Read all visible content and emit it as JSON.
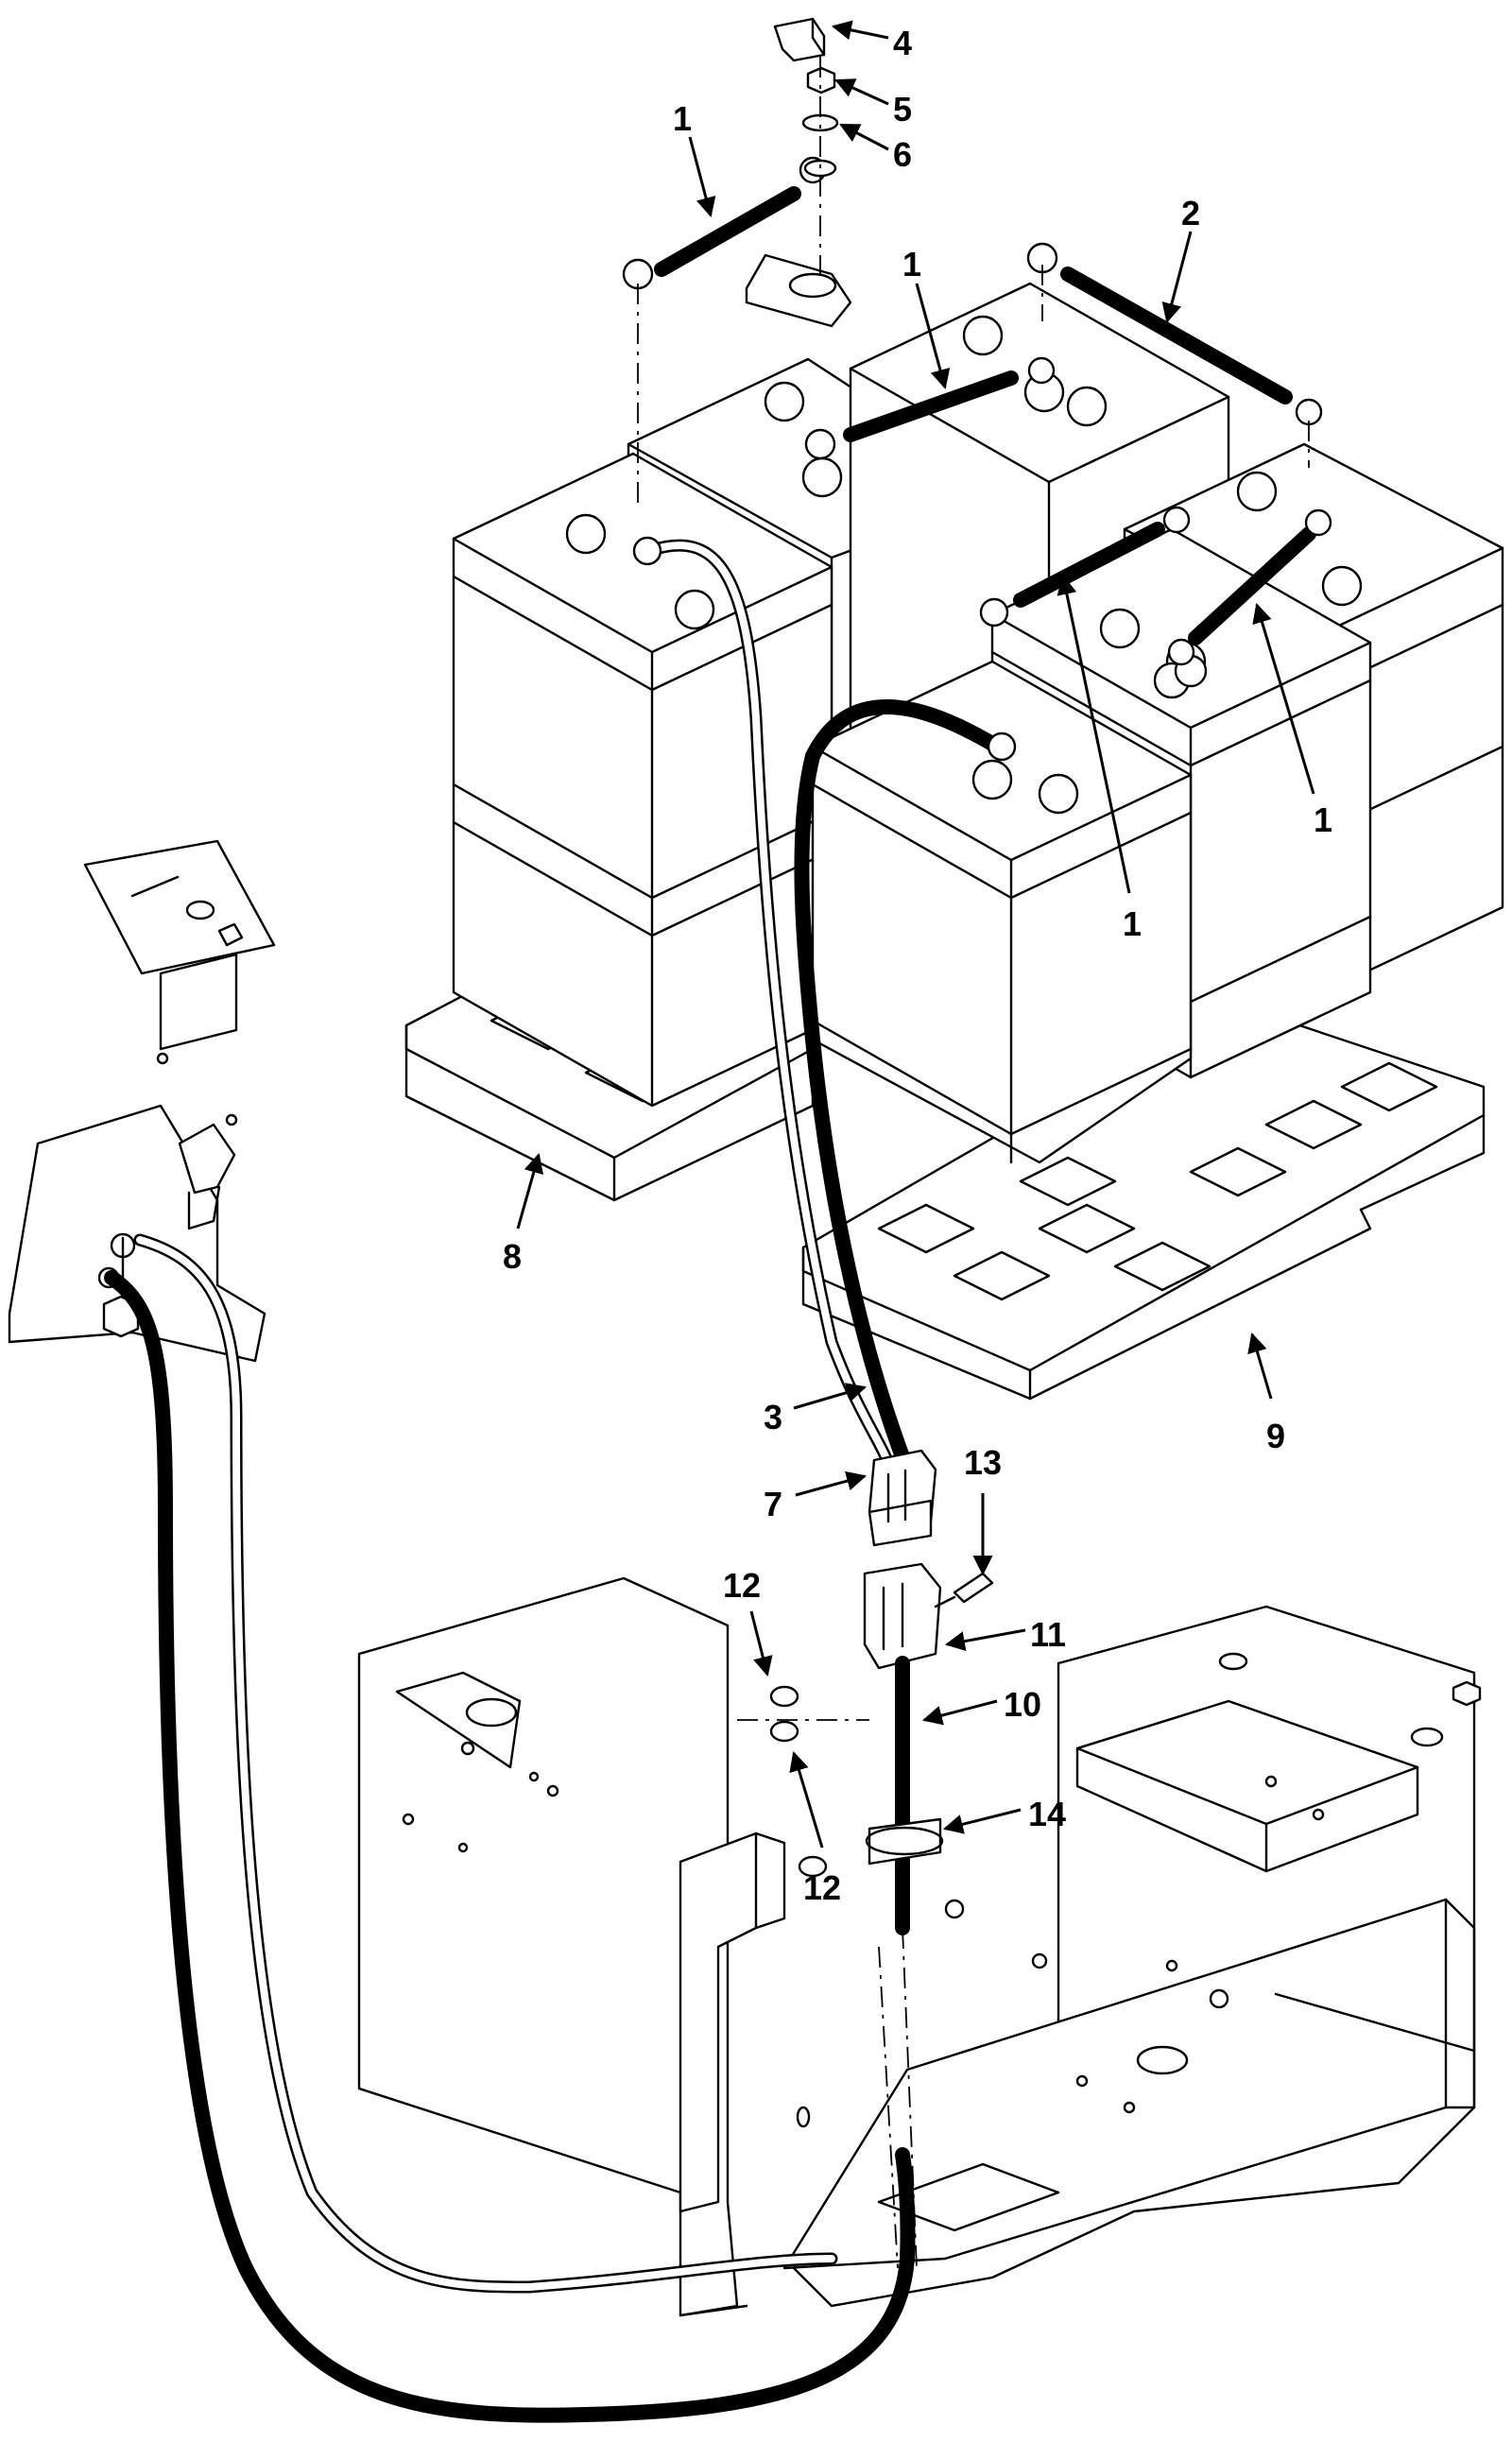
{
  "callouts": [
    {
      "id": "c1a",
      "text": "1"
    },
    {
      "id": "c1b",
      "text": "1"
    },
    {
      "id": "c1c",
      "text": "1"
    },
    {
      "id": "c1d",
      "text": "1"
    },
    {
      "id": "c2",
      "text": "2"
    },
    {
      "id": "c3",
      "text": "3"
    },
    {
      "id": "c4",
      "text": "4"
    },
    {
      "id": "c5",
      "text": "5"
    },
    {
      "id": "c6",
      "text": "6"
    },
    {
      "id": "c7",
      "text": "7"
    },
    {
      "id": "c8",
      "text": "8"
    },
    {
      "id": "c9",
      "text": "9"
    },
    {
      "id": "c10",
      "text": "10"
    },
    {
      "id": "c11",
      "text": "11"
    },
    {
      "id": "c12a",
      "text": "12"
    },
    {
      "id": "c12b",
      "text": "12"
    },
    {
      "id": "c13",
      "text": "13"
    },
    {
      "id": "c14",
      "text": "14"
    }
  ]
}
